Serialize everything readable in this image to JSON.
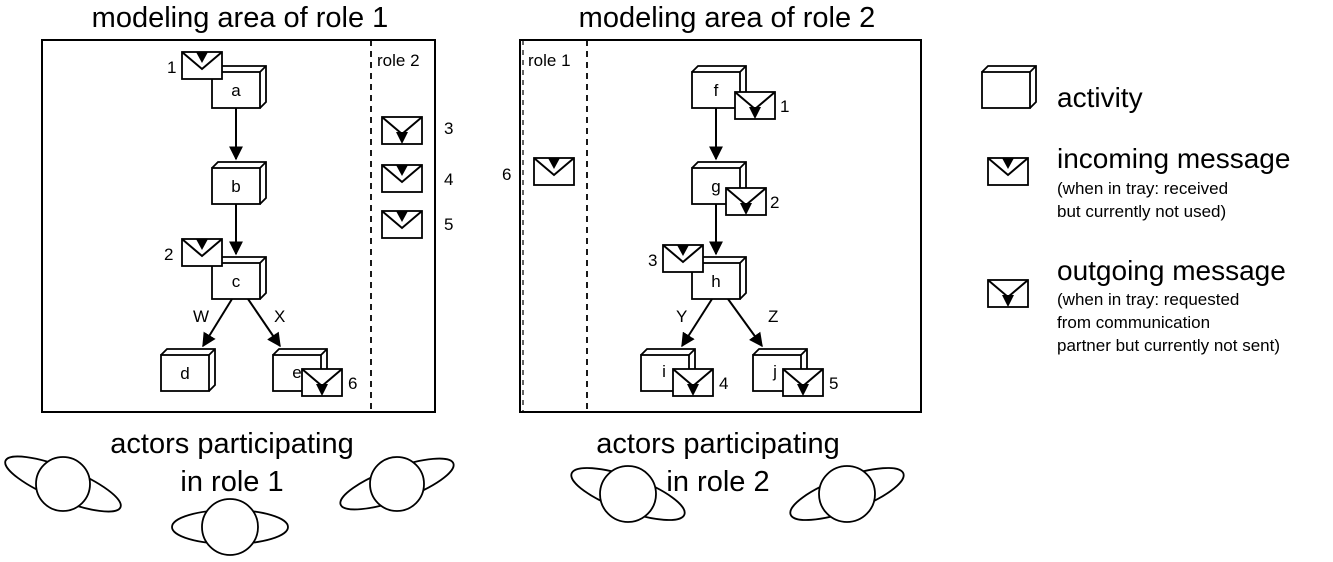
{
  "titles": {
    "area1": "modeling area of role 1",
    "area2": "modeling area of role 2"
  },
  "trays": {
    "role2_in_area1": "role 2",
    "role1_in_area2": "role 1"
  },
  "activities": {
    "a": "a",
    "b": "b",
    "c": "c",
    "d": "d",
    "e": "e",
    "f": "f",
    "g": "g",
    "h": "h",
    "i": "i",
    "j": "j"
  },
  "message_numbers": {
    "m1_area1": "1",
    "m2_area1": "2",
    "m6_area1": "6",
    "tray3": "3",
    "tray4": "4",
    "tray5": "5",
    "tray6": "6",
    "m1_area2": "1",
    "m2_area2": "2",
    "m3_area2": "3",
    "m4_area2": "4",
    "m5_area2": "5"
  },
  "edges": {
    "W": "W",
    "X": "X",
    "Y": "Y",
    "Z": "Z"
  },
  "actors": {
    "role1_line1": "actors participating",
    "role1_line2": "in role 1",
    "role2_line1": "actors participating",
    "role2_line2": "in role 2"
  },
  "legend": {
    "activity": "activity",
    "incoming": "incoming message",
    "incoming_note1": "(when in tray: received",
    "incoming_note2": "but currently not used)",
    "outgoing": "outgoing message",
    "outgoing_note1": "(when in  tray: requested",
    "outgoing_note2": "from communication",
    "outgoing_note3": "partner but currently not sent)"
  }
}
